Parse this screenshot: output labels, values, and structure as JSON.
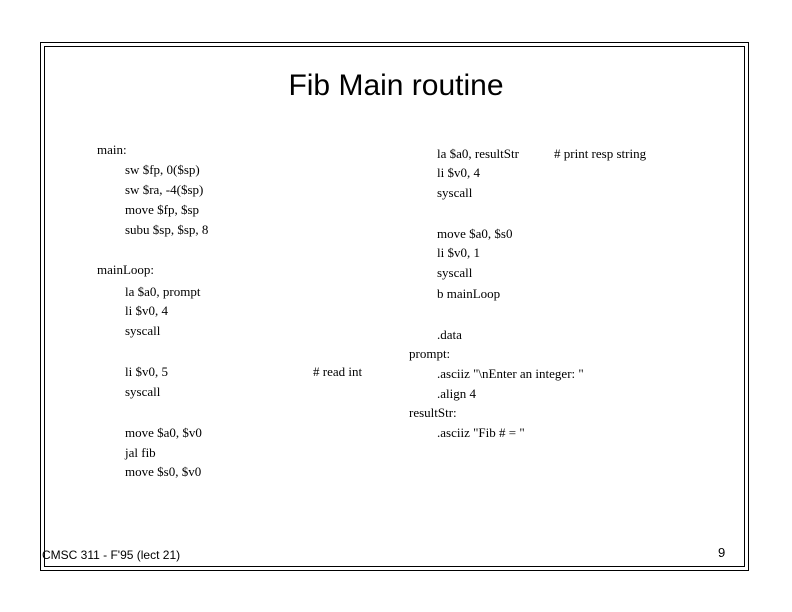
{
  "slide": {
    "title": "Fib Main routine",
    "footer": "CMSC 311 - F'95 (lect 21)",
    "page_number": "9"
  },
  "left_code": {
    "main_label": "main:",
    "sw_fp": "sw $fp, 0($sp)",
    "sw_ra": "sw $ra, -4($sp)",
    "move_fp": "move $fp, $sp",
    "subu_sp": "subu $sp, $sp, 8",
    "mainloop_label": "mainLoop:",
    "la_prompt": "la $a0, prompt",
    "li_4": "li $v0, 4",
    "syscall_1": "syscall",
    "li_5": "li $v0, 5",
    "comment_read_int": "# read int",
    "syscall_2": "syscall",
    "move_a0_v0": "move $a0, $v0",
    "jal_fib": "jal fib",
    "move_s0_v0": "move $s0, $v0"
  },
  "right_code": {
    "la_resultstr": "la $a0, resultStr",
    "comment_print_resp": "# print resp string",
    "li_4": "li $v0, 4",
    "syscall_1": "syscall",
    "move_a0_s0": "move $a0, $s0",
    "li_1": "li $v0, 1",
    "syscall_2": "syscall",
    "b_mainloop": "b mainLoop",
    "data_directive": ".data",
    "prompt_label": "prompt:",
    "asciiz_prompt": ".asciiz \"\\nEnter an integer: \"",
    "align_4": ".align 4",
    "resultstr_label": "resultStr:",
    "asciiz_result": ".asciiz \"Fib # = \""
  }
}
